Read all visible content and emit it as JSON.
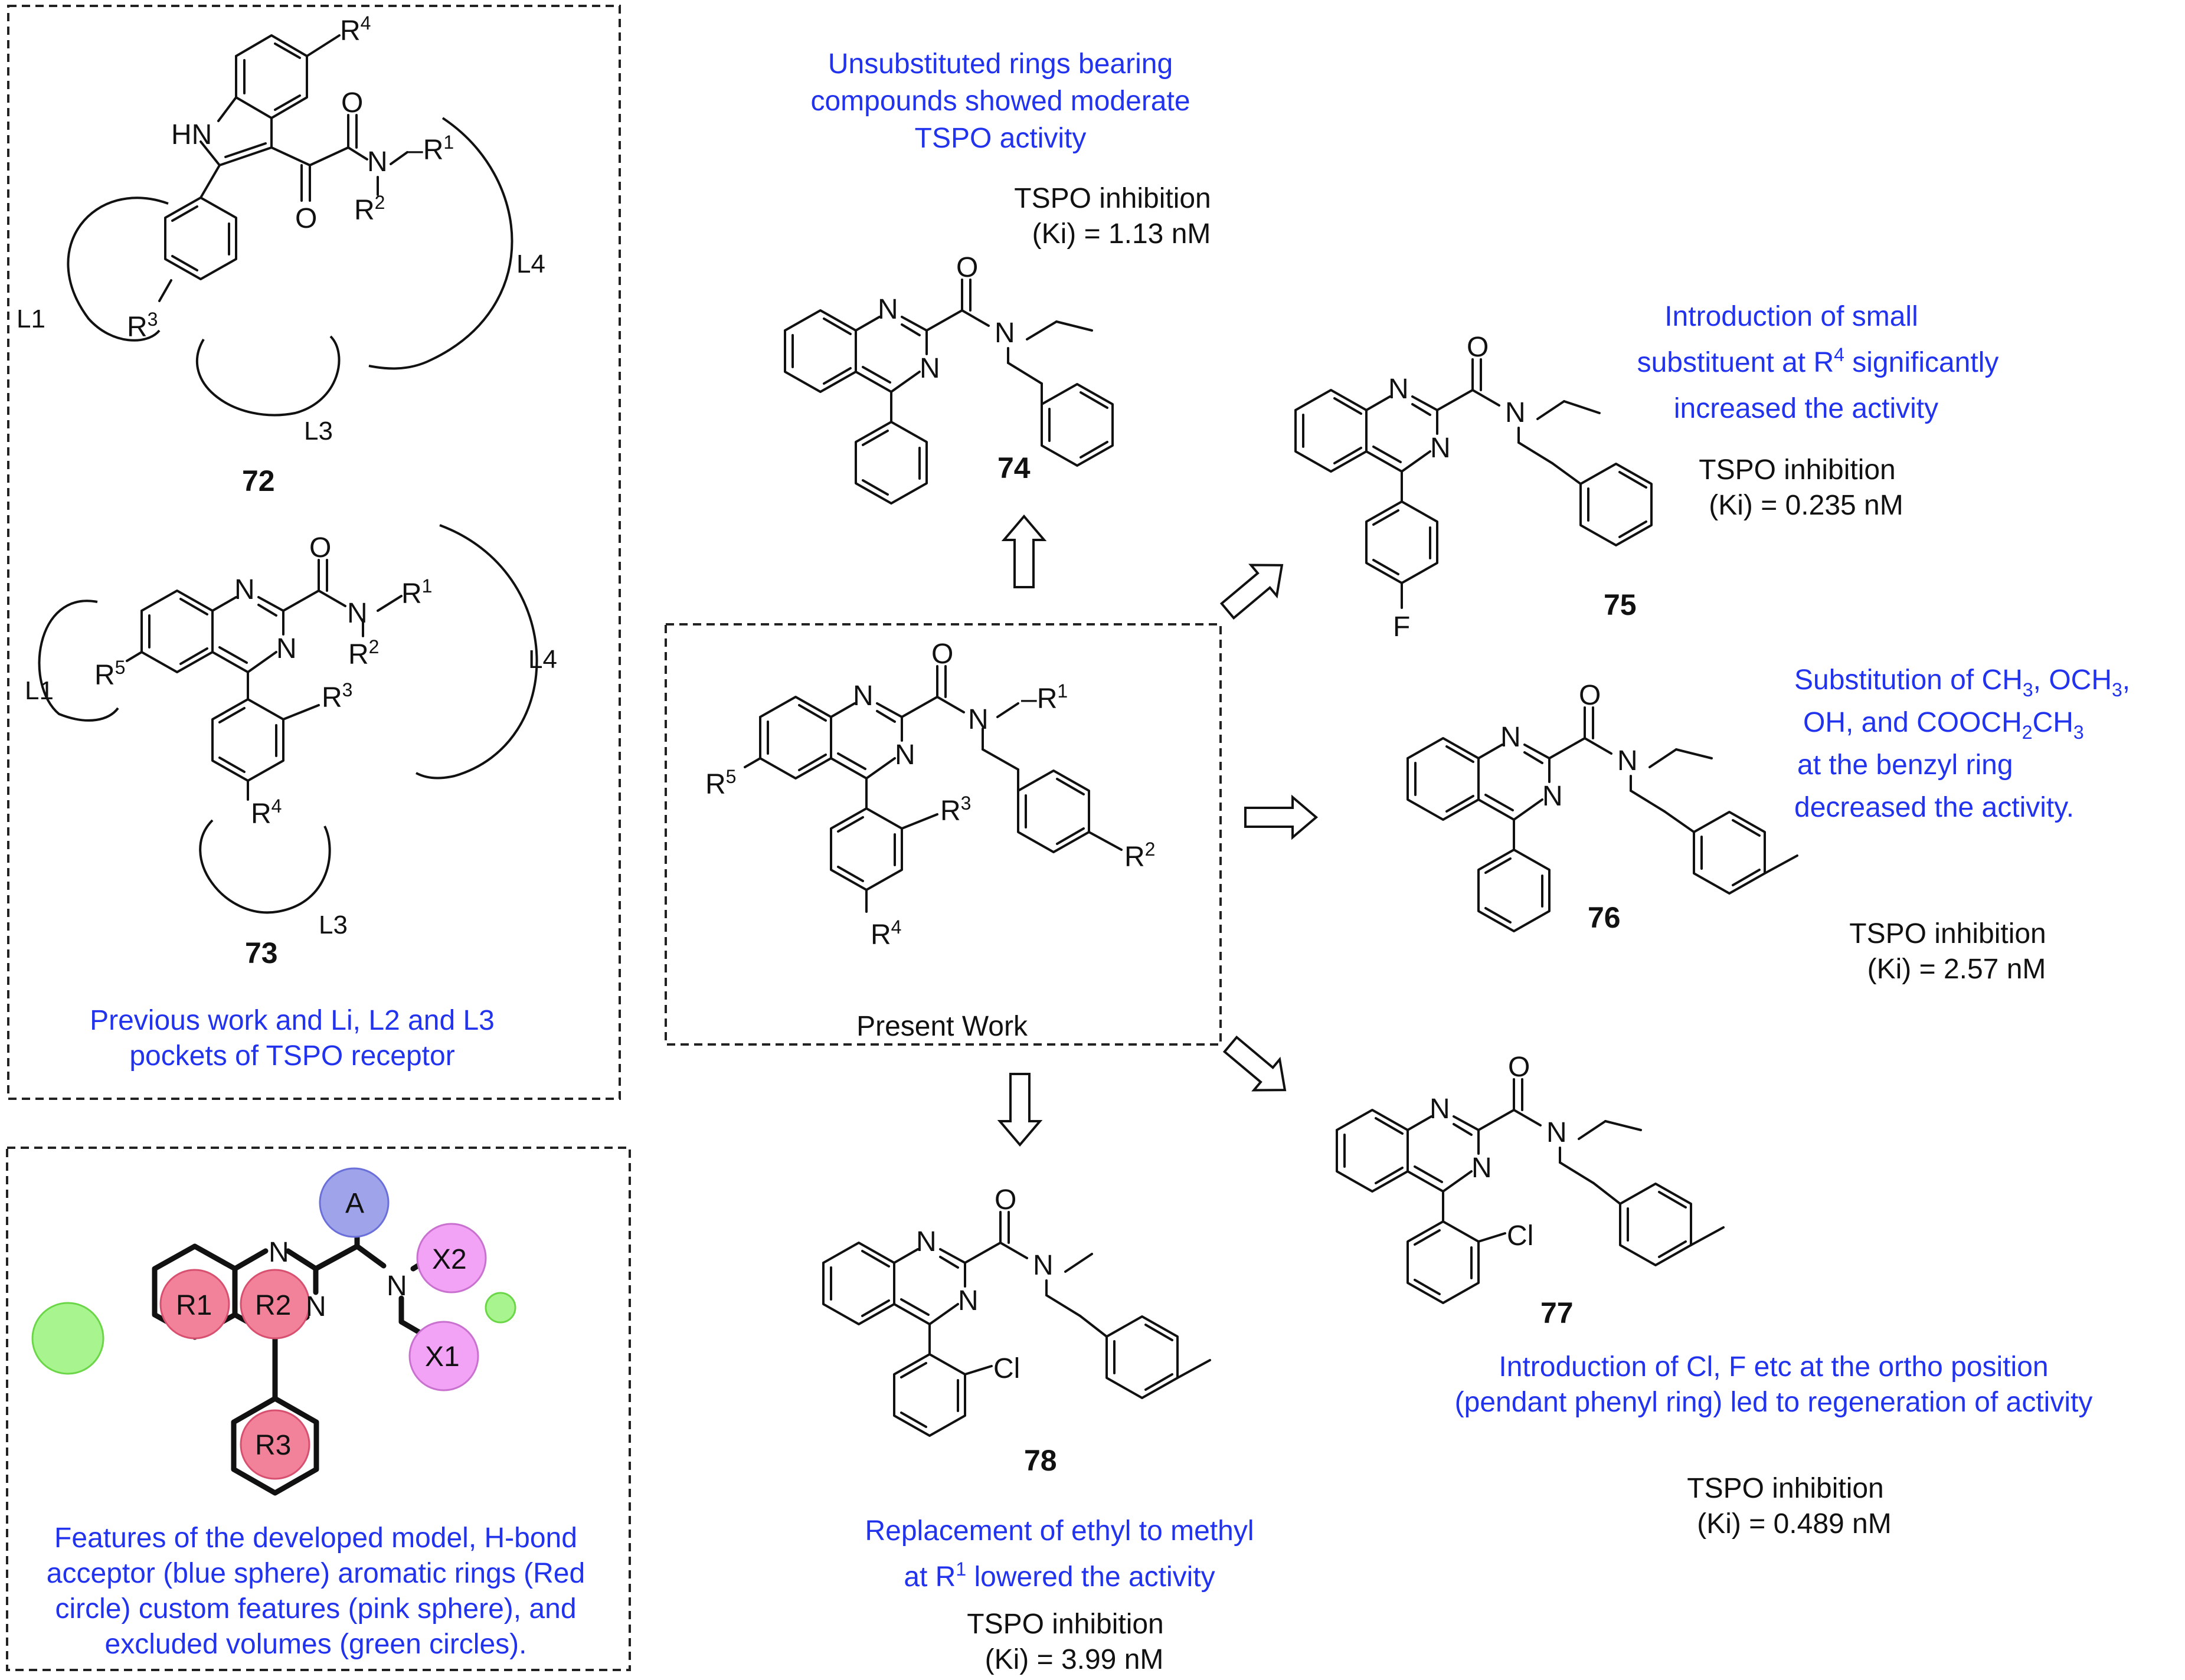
{
  "panels": {
    "previous_work": {
      "compound_72": "72",
      "compound_73": "73",
      "caption_lines": [
        "Previous work and Li, L2 and L3",
        "pockets of TSPO receptor"
      ],
      "pockets": {
        "L1": "L1",
        "L3": "L3",
        "L4": "L4"
      }
    },
    "pharmacophore": {
      "caption_lines": [
        "Features of the developed model, H-bond",
        "acceptor (blue sphere) aromatic rings (Red",
        "circle) custom features (pink sphere), and",
        "excluded volumes (green circles)."
      ],
      "features": {
        "A": "A",
        "R1": "R1",
        "R2": "R2",
        "R3": "R3",
        "X1": "X1",
        "X2": "X2"
      },
      "colors": {
        "acceptor": "#9fa3ea",
        "aromatic": "#f2829a",
        "custom": "#f2a3f5",
        "excluded": "#a8f58f"
      }
    },
    "present_work": {
      "label": "Present Work"
    }
  },
  "compounds": [
    {
      "id": "74",
      "note": [
        "Unsubstituted rings bearing",
        "compounds showed moderate",
        "TSPO activity"
      ],
      "inhibition": [
        "TSPO inhibition",
        "(Ki) = 1.13 nM"
      ]
    },
    {
      "id": "75",
      "note": [
        "Introduction of small",
        "substituent at R4 significantly",
        "increased the activity"
      ],
      "inhibition": [
        "TSPO inhibition",
        "(Ki) = 0.235 nM"
      ]
    },
    {
      "id": "76",
      "note": [
        "Substitution of CH3, OCH3,",
        "OH, and COOCH2CH3",
        "at the benzyl ring",
        "decreased the activity."
      ],
      "inhibition": [
        "TSPO inhibition",
        "(Ki) = 2.57 nM"
      ]
    },
    {
      "id": "77",
      "note": [
        "Introduction of Cl, F etc at the ortho position",
        "(pendant phenyl ring) led to regeneration of activity"
      ],
      "inhibition": [
        "TSPO inhibition",
        "(Ki) = 0.489 nM"
      ]
    },
    {
      "id": "78",
      "note": [
        "Replacement of ethyl to methyl",
        "at R1 lowered the activity"
      ],
      "inhibition": [
        "TSPO inhibition",
        "(Ki) = 3.99 nM"
      ]
    }
  ],
  "atoms": {
    "N": "N",
    "O": "O",
    "HN": "HN",
    "F": "F",
    "Cl": "Cl",
    "R": "R"
  }
}
